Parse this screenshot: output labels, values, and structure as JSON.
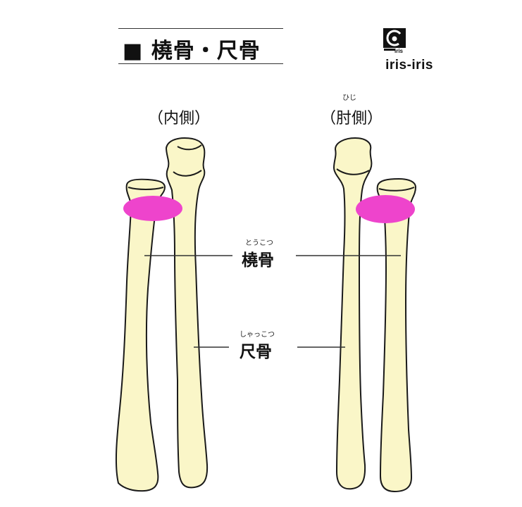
{
  "title": "■ 橈骨・尺骨",
  "logo": {
    "small_text": "iris",
    "text": "iris-iris"
  },
  "views": {
    "left": {
      "label": "（内側）"
    },
    "right": {
      "label": "（肘側）",
      "ruby": "ひじ"
    }
  },
  "labels": {
    "radius": {
      "ruby": "とうこつ",
      "text": "橈骨"
    },
    "ulna": {
      "ruby": "しゃっこつ",
      "text": "尺骨"
    }
  },
  "colors": {
    "bone_fill": "#FAF6C8",
    "bone_outline": "#1A1A1A",
    "highlight": "#EE44CC",
    "leader_line": "#333333"
  }
}
